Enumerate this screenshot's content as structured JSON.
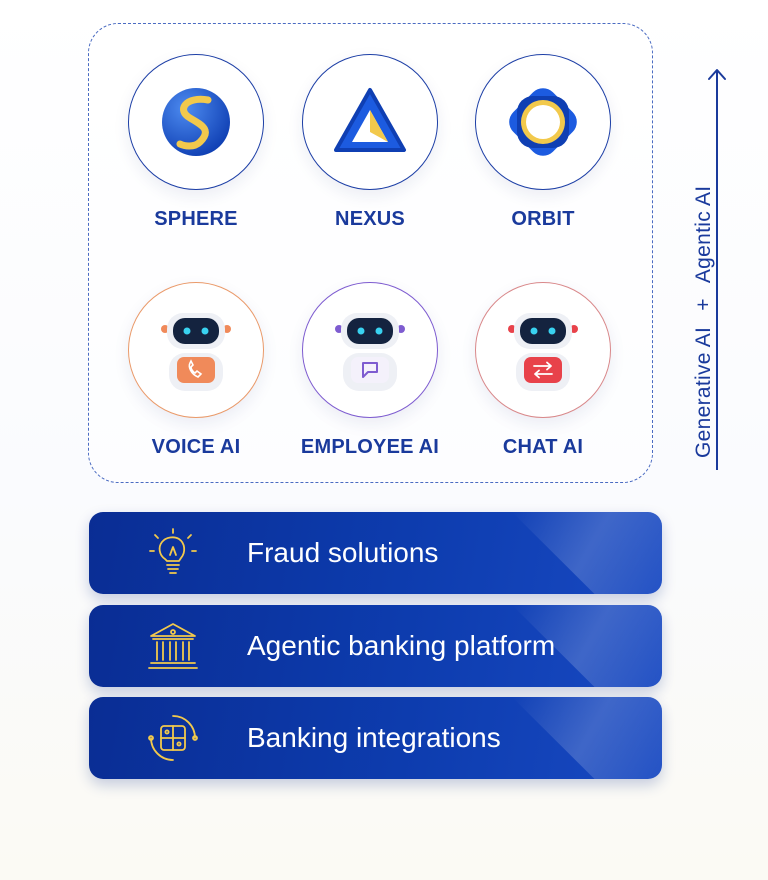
{
  "axis": {
    "label_left": "Generative AI",
    "plus": "+",
    "label_right": "Agentic AI"
  },
  "products": [
    {
      "label": "SPHERE",
      "icon": "sphere-logo-icon"
    },
    {
      "label": "NEXUS",
      "icon": "nexus-logo-icon"
    },
    {
      "label": "ORBIT",
      "icon": "orbit-logo-icon"
    }
  ],
  "assistants": [
    {
      "label": "VOICE AI",
      "icon": "robot-phone-icon",
      "accent": "#f08a5a"
    },
    {
      "label": "EMPLOYEE AI",
      "icon": "robot-chat-icon",
      "accent": "#7e5cd0"
    },
    {
      "label": "CHAT AI",
      "icon": "robot-transfer-icon",
      "accent": "#e8424a"
    }
  ],
  "foundations": [
    {
      "label": "Fraud solutions",
      "icon": "lightbulb-icon"
    },
    {
      "label": "Agentic banking platform",
      "icon": "bank-building-icon"
    },
    {
      "label": "Banking integrations",
      "icon": "integration-circuit-icon"
    }
  ],
  "colors": {
    "brand_blue": "#1a3a9c",
    "band_blue": "#0d3cae",
    "icon_gold": "#f2c94c"
  }
}
